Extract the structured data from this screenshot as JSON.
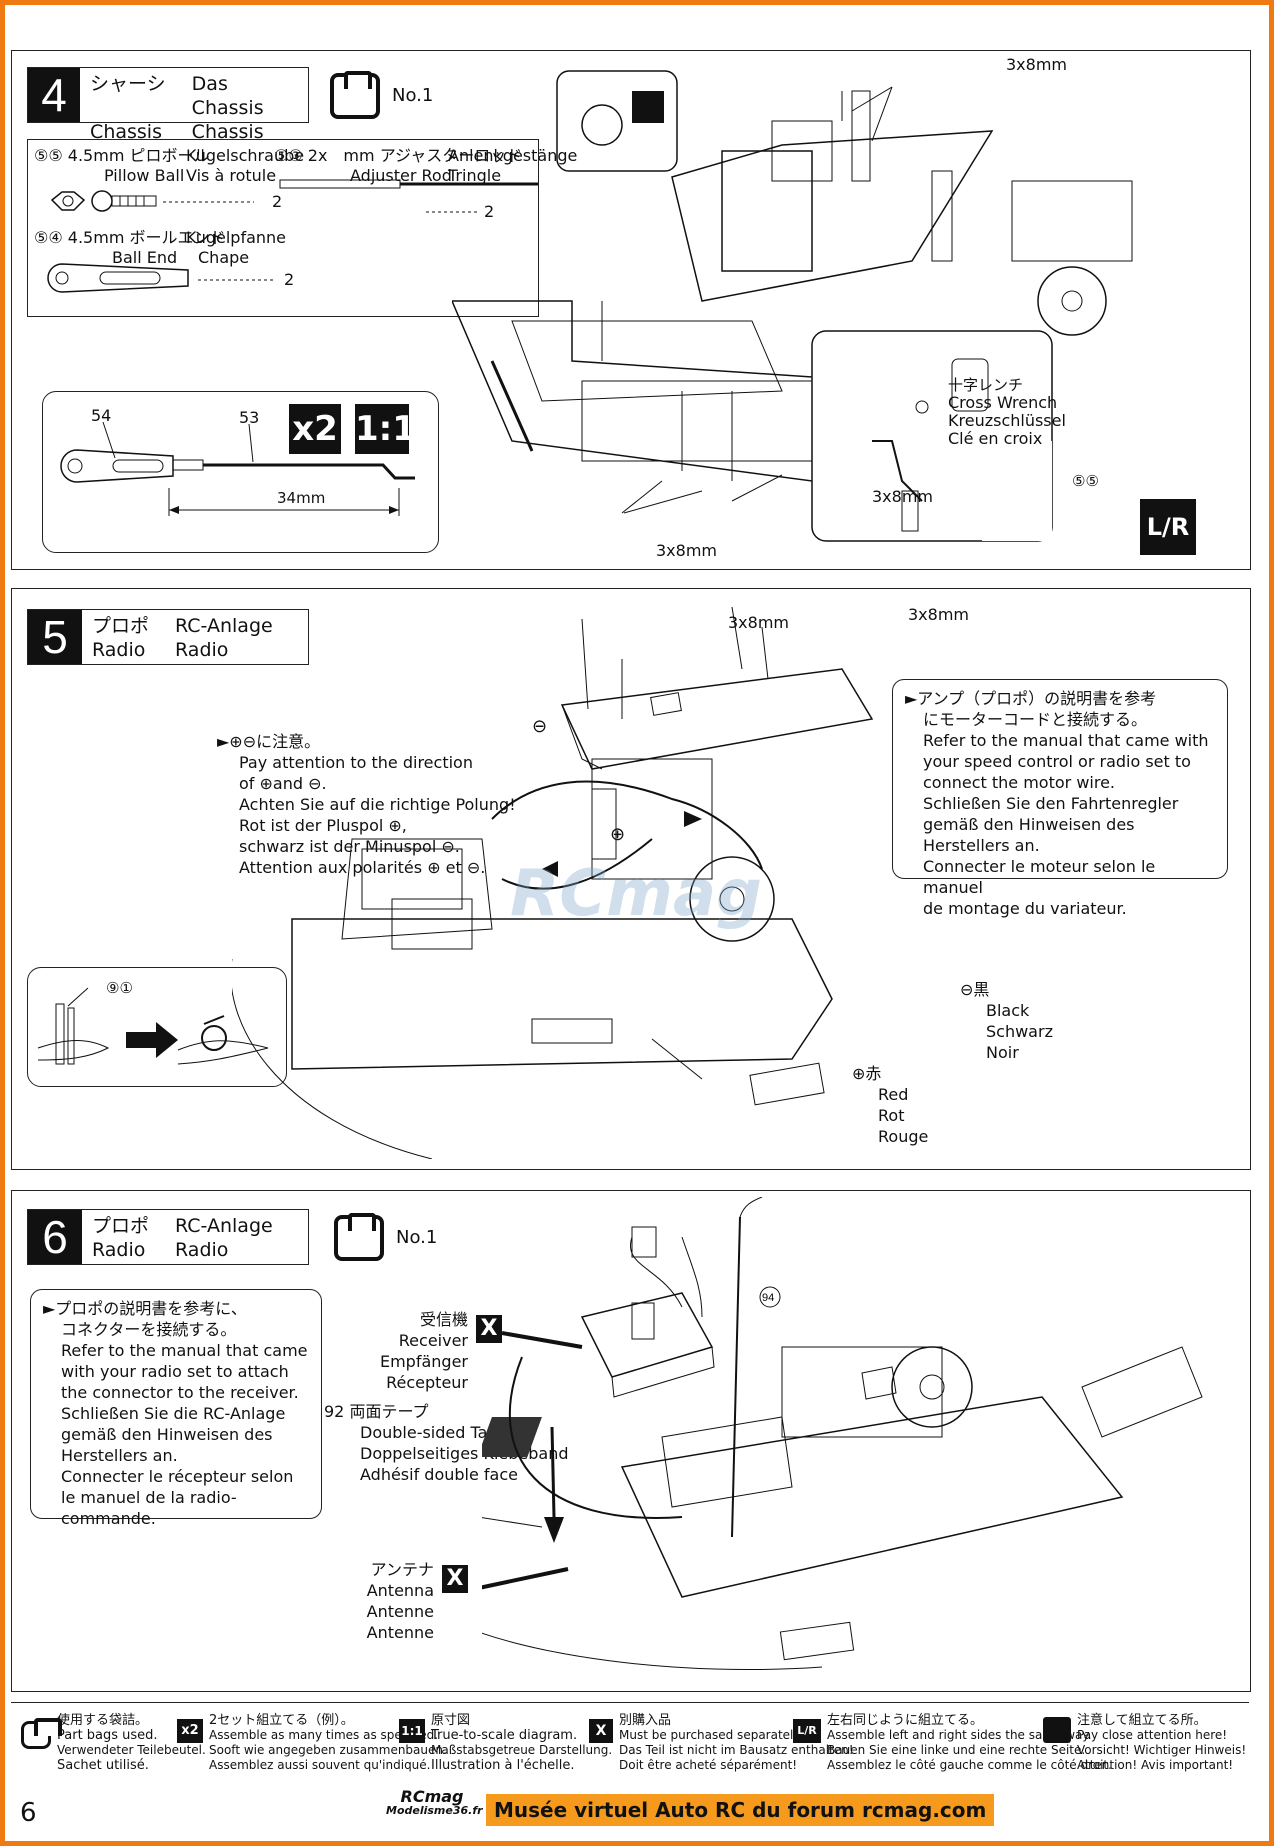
{
  "step4": {
    "number": "4",
    "title_ja": "シャーシ",
    "title_de": "Das Chassis",
    "title_en": "Chassis",
    "title_fr": "Chassis",
    "bag_label": "No.1",
    "parts": {
      "p55_num": "55",
      "p55_ja": "4.5mm ピロボール",
      "p55_de": "Kugelschraube",
      "p55_en": "Pillow Ball",
      "p55_fr": "Vis à rotule",
      "p55_qty": "2",
      "p53_num": "53",
      "p53_ja": "2x　mm アジャスターロッド",
      "p53_de": "Anlenkgestänge",
      "p53_en": "Adjuster Rod",
      "p53_fr": "Tringle",
      "p53_qty": "2",
      "p54_num": "54",
      "p54_ja": "4.5mm ボールエンド",
      "p54_de": "Kugelpfanne",
      "p54_en": "Ball End",
      "p54_fr": "Chape",
      "p54_qty": "2"
    },
    "scale_box": {
      "label_54": "54",
      "label_53": "53",
      "x2": "x2",
      "one_to_one": "1:1",
      "length": "34mm"
    },
    "screw_top": "3x8mm",
    "screw_bottom_left": "3x8mm",
    "screw_bottom_right": "3x8mm",
    "wrench": {
      "ja": "十字レンチ",
      "en": "Cross Wrench",
      "de": "Kreuzschlüssel",
      "fr": "Clé en croix",
      "part": "55"
    },
    "lr_label": "L/R"
  },
  "step5": {
    "number": "5",
    "title_ja": "プロポ",
    "title_de": "RC-Anlage",
    "title_en": "Radio",
    "title_fr": "Radio",
    "screw_left": "3x8mm",
    "screw_right": "3x8mm",
    "polarity_lines": [
      "►⊕⊖に注意。",
      "Pay attention to the direction",
      "of ⊕and ⊖.",
      "Achten Sie auf die richtige Polung!",
      "Rot ist der Pluspol ⊕,",
      "schwarz ist der Minuspol ⊖.",
      "Attention aux polarités ⊕ et ⊖."
    ],
    "motor_note_lines": [
      "►アンプ（プロポ）の説明書を参考",
      "にモーターコードと接続する。",
      "Refer to the manual that came with",
      "your speed control or radio set to",
      "connect the motor wire.",
      "Schließen Sie den Fahrtenregler",
      "gemäß den Hinweisen des Herstellers an.",
      "Connecter le moteur selon le manuel",
      "de montage du variateur."
    ],
    "tie_part": "91",
    "minus_sign": "⊖",
    "plus_sign": "⊕",
    "black_lines": [
      "⊖黒",
      "Black",
      "Schwarz",
      "Noir"
    ],
    "red_lines": [
      "⊕赤",
      "Red",
      "Rot",
      "Rouge"
    ]
  },
  "step6": {
    "number": "6",
    "title_ja": "プロポ",
    "title_de": "RC-Anlage",
    "title_en": "Radio",
    "title_fr": "Radio",
    "bag_label": "No.1",
    "receiver_note_lines": [
      "►プロポの説明書を参考に、",
      "コネクターを接続する。",
      "Refer to the manual that came",
      "with your radio set to attach",
      "the connector to the receiver.",
      "Schließen Sie die RC-Anlage",
      "gemäß den Hinweisen des",
      "Herstellers an.",
      "Connecter le récepteur selon",
      "le manuel de la radio-commande."
    ],
    "receiver_lines": [
      "受信機",
      "Receiver",
      "Empfänger",
      "Récepteur"
    ],
    "tape_lines": [
      "92 両面テープ",
      "Double-sided Tape",
      "Doppelseitiges Klebeband",
      "Adhésif double face"
    ],
    "antenna_lines": [
      "アンテナ",
      "Antenna",
      "Antenne",
      "Antenne"
    ],
    "antenna_part": "94",
    "x_mark": "X"
  },
  "legend": [
    {
      "icon": "bag",
      "ja": "使用する袋詰。",
      "en": "Part bags used.",
      "de": "Verwendeter Teilebeutel.",
      "fr": "Sachet utilisé."
    },
    {
      "icon": "x2",
      "ja": "2セット組立てる（例）。",
      "en": "Assemble as many times as specified.",
      "de": "Sooft wie angegeben zusammenbauen.",
      "fr": "Assemblez aussi souvent qu'indiqué."
    },
    {
      "icon": "1:1",
      "ja": "原寸図",
      "en": "True-to-scale diagram.",
      "de": "Maßstabsgetreue Darstellung.",
      "fr": "Illustration à l'échelle."
    },
    {
      "icon": "X",
      "ja": "別購入品",
      "en": "Must be purchased separately!",
      "de": "Das Teil ist nicht im Bausatz enthalten!",
      "fr": "Doit être acheté séparément!"
    },
    {
      "icon": "L/R",
      "ja": "左右同じように組立てる。",
      "en": "Assemble left and right sides the same way.",
      "de": "Bauen Sie eine linke und eine rechte Seite.",
      "fr": "Assemblez le côté gauche comme le côté droit."
    },
    {
      "icon": "hand",
      "ja": "注意して組立てる所。",
      "en": "Pay close attention here!",
      "de": "Vorsicht!  Wichtiger Hinweis!",
      "fr": "Attention! Avis important!"
    }
  ],
  "footer": {
    "page_number": "6",
    "logo_top": "RCmag",
    "logo_bottom": "Modelisme36.fr",
    "banner": "Musée virtuel Auto RC du forum rcmag.com"
  },
  "watermark": "RCmag",
  "colors": {
    "border": "#f07a12",
    "banner": "#f59a1d"
  }
}
